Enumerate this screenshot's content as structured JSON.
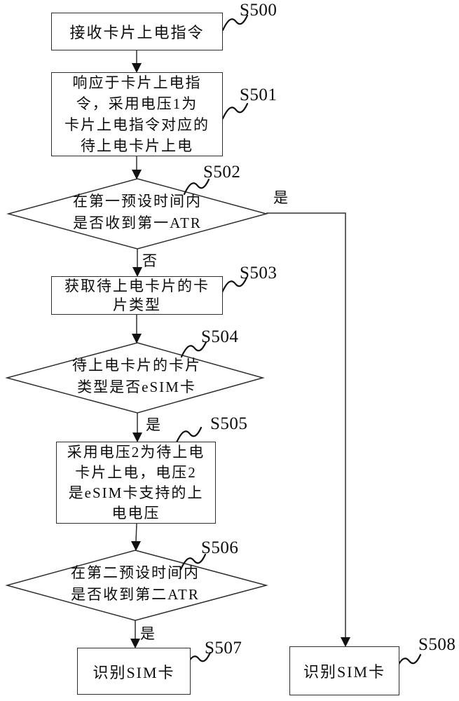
{
  "figure": {
    "background_color": "#ffffff",
    "line_color": "#2e2e2e",
    "text_color": "#0c0c0c",
    "type": "flowchart"
  },
  "nodes": {
    "s500": {
      "step": "S500",
      "shape": "rect",
      "text": "接收卡片上电指令"
    },
    "s501": {
      "step": "S501",
      "shape": "rect",
      "text": "响应于卡片上电指\n令，采用电压1为\n卡片上电指令对应的\n待上电卡片上电"
    },
    "s502": {
      "step": "S502",
      "shape": "diamond",
      "text": "在第一预设时间内\n是否收到第一ATR"
    },
    "s503": {
      "step": "S503",
      "shape": "rect",
      "text": "获取待上电卡片的卡\n片类型"
    },
    "s504": {
      "step": "S504",
      "shape": "diamond",
      "text": "待上电卡片的卡片\n类型是否eSIM卡"
    },
    "s505": {
      "step": "S505",
      "shape": "rect",
      "text": "采用电压2为待上电\n卡片上电，电压2\n是eSIM卡支持的上\n电电压"
    },
    "s506": {
      "step": "S506",
      "shape": "diamond",
      "text": "在第二预设时间内\n是否收到第二ATR"
    },
    "s507": {
      "step": "S507",
      "shape": "rect",
      "text": "识别SIM卡"
    },
    "s508": {
      "step": "S508",
      "shape": "rect",
      "text": "识别SIM卡"
    }
  },
  "branch_labels": {
    "yes": "是",
    "no": "否"
  },
  "edges": [
    {
      "from": "s500",
      "to": "s501",
      "label": ""
    },
    {
      "from": "s501",
      "to": "s502",
      "label": ""
    },
    {
      "from": "s502",
      "to": "s503",
      "label": "否"
    },
    {
      "from": "s502",
      "to": "s508",
      "label": "是"
    },
    {
      "from": "s503",
      "to": "s504",
      "label": ""
    },
    {
      "from": "s504",
      "to": "s505",
      "label": "是"
    },
    {
      "from": "s505",
      "to": "s506",
      "label": ""
    },
    {
      "from": "s506",
      "to": "s507",
      "label": "是"
    }
  ]
}
